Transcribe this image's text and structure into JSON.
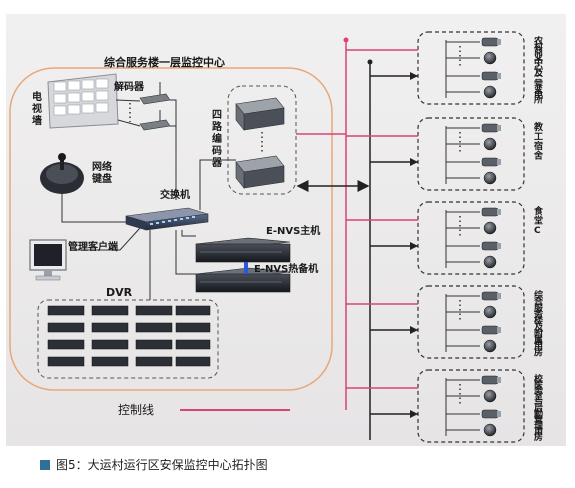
{
  "colors": {
    "background_panel": "#eceaeb",
    "center_border": "#e8a77a",
    "pink_line": "#d9427a",
    "caption_square": "#2f6f9a"
  },
  "labels": {
    "center_title": "综合服务楼一层监控中心",
    "video_wall": "电视墙",
    "decoder": "解码器",
    "encoder_4ch": "四路编码器",
    "network_keyboard": "网络键盘",
    "switch": "交换机",
    "client": "管理客户端",
    "envs_main": "E-NVS主机",
    "envs_backup": "E-NVS热备机",
    "dvr": "DVR",
    "control_line": "控制线"
  },
  "sites": [
    {
      "label": "农村商业中心及二号变电所"
    },
    {
      "label": "教工宿舍"
    },
    {
      "label": "食堂C"
    },
    {
      "label": "综合服务楼及附属用房"
    },
    {
      "label": "校医务室与后勤管理用房"
    }
  ],
  "icons": [
    "monitor-grid-icon",
    "decoder-device-icon",
    "encoder-box-icon",
    "keyboard-joystick-icon",
    "network-switch-icon",
    "pc-monitor-icon",
    "rack-server-icon",
    "dvr-unit-icon",
    "bullet-camera-icon",
    "dome-camera-icon"
  ],
  "caption": "图5：大运村运行区安保监控中心拓扑图"
}
